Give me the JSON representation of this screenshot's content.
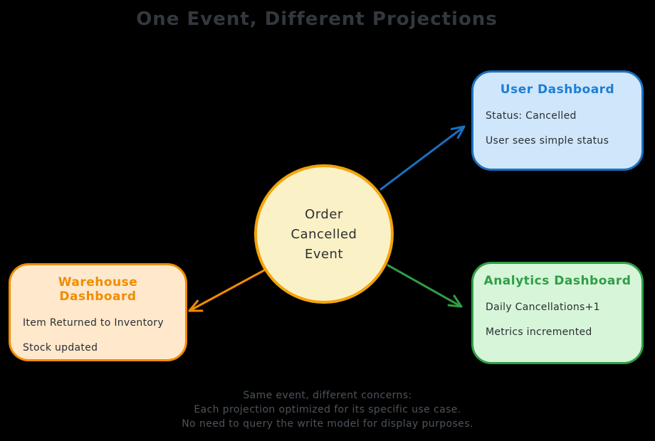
{
  "title": "One Event, Different Projections",
  "colors": {
    "blue_border": "#1971c2",
    "blue_title": "#1c7ed6",
    "blue_fill": "#cfe6fb",
    "orange_border": "#f08c00",
    "orange_fill": "#ffe8cc",
    "yellow_border": "#f3a40a",
    "yellow_fill": "#fbf1c6",
    "green_border": "#2f9e44",
    "green_fill": "#d6f5d9",
    "body_text": "#2b2f33",
    "caption_text": "#4d545c"
  },
  "event_circle": {
    "lines": [
      "Order",
      "Cancelled",
      "Event"
    ]
  },
  "cards": {
    "user": {
      "title": "User Dashboard",
      "lines": [
        "Status: Cancelled",
        "User sees simple status"
      ]
    },
    "warehouse": {
      "title": "Warehouse Dashboard",
      "lines": [
        "Item Returned to Inventory",
        "Stock updated"
      ]
    },
    "analytics": {
      "title": "Analytics Dashboard",
      "lines": [
        "Daily Cancellations+1",
        "Metrics incremented"
      ]
    }
  },
  "caption": {
    "lines": [
      "Same event, different concerns:",
      "Each projection optimized for its specific use case.",
      "No need to query the write model for display purposes."
    ]
  }
}
